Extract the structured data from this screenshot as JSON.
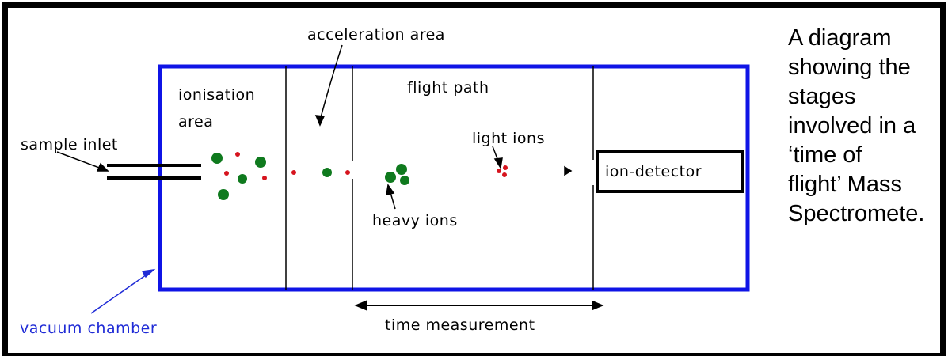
{
  "labels": {
    "acceleration_area": "acceleration area",
    "ionisation_area_line1": "ionisation",
    "ionisation_area_line2": "area",
    "flight_path": "flight path",
    "sample_inlet": "sample inlet",
    "light_ions": "light ions",
    "heavy_ions": "heavy ions",
    "ion_detector": "ion-detector",
    "vacuum_chamber": "vacuum chamber",
    "time_measurement": "time measurement"
  },
  "caption": {
    "lines": [
      "A diagram",
      "showing the",
      "stages",
      "involved in a",
      "‘time of",
      "flight’ Mass",
      "Spectromete."
    ]
  },
  "colors": {
    "frame": "#000000",
    "chamber": "#0f14e6",
    "heavy_ion": "#0f7a1e",
    "light_ion": "#d6141e",
    "vacuum_label": "#1f2bd6"
  }
}
